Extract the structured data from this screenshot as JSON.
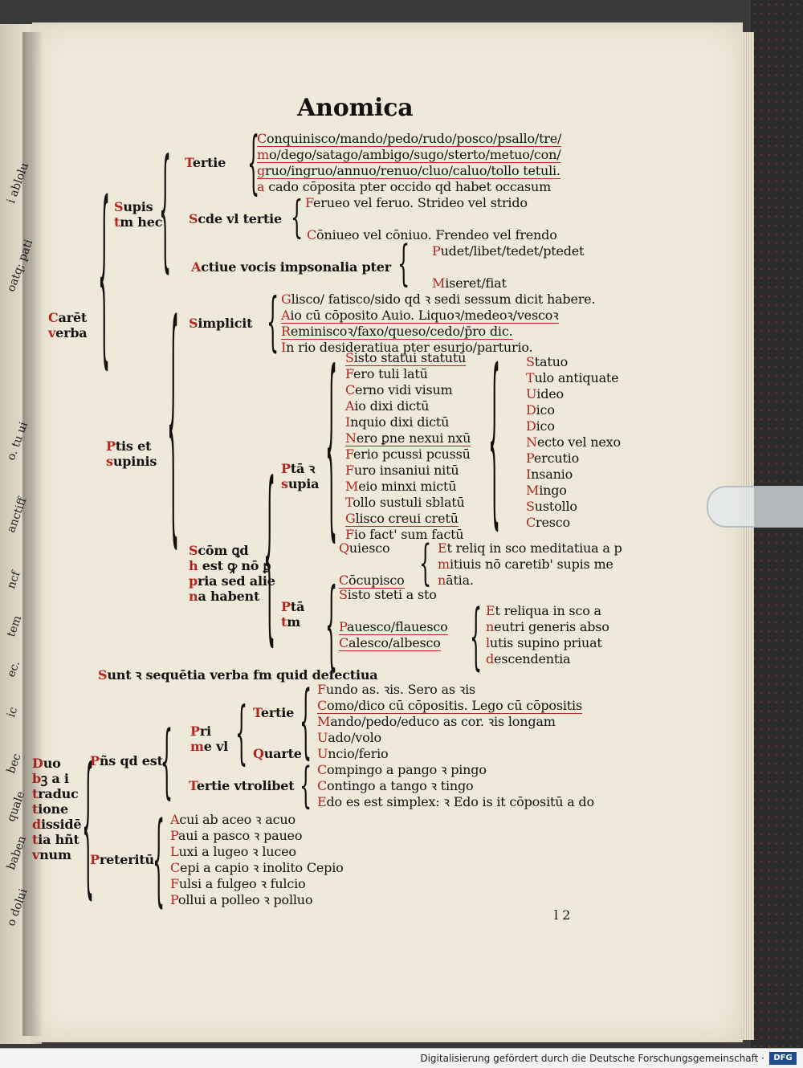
{
  "page": {
    "title": "Anomica",
    "folio": "l 2",
    "left_page_fragments": [
      "i ablolu",
      "oatq; pati",
      "o. tu ui",
      "anctiff",
      "ncf ",
      "tem",
      "ec.",
      "ic",
      "bec",
      "quale",
      "baben",
      "o dolui"
    ]
  },
  "tree": [
    {
      "key": "l01",
      "text": "Conquinisco/mando/pedo/rudo/posco/psallo/tre/"
    },
    {
      "key": "l02",
      "text": "mo/dego/satago/ambigo/sugo/sterto/metuo/con/"
    },
    {
      "key": "l03",
      "text": "gruo/ingruo/annuo/renuo/cluo/caluo/tollo tetuli."
    },
    {
      "key": "l04",
      "text": "a cado cōposita pter occido qd habet occasum"
    },
    {
      "key": "l05",
      "text": "Ferueo vel feruo. Strideo vel strido"
    },
    {
      "key": "l06",
      "text": "Cōniueo vel cōniuo. Frendeo vel frendo"
    },
    {
      "key": "l07",
      "text": "Pudet/libet/tedet/ptedet"
    },
    {
      "key": "l08",
      "text": "Actiue vocis impsonalia pter"
    },
    {
      "key": "l09",
      "text": "Miseret/fiat"
    },
    {
      "key": "l10",
      "text": "Glisco/ fatisco/sido qd ꝛ sedi sessum dicit habere."
    },
    {
      "key": "l11",
      "text": "Aio cū cōposito Auio. Liquoꝛ/medeoꝛ/vescoꝛ"
    },
    {
      "key": "l12",
      "text": "Reminiscoꝛ/faxo/queso/cedo/p̄ro dic."
    },
    {
      "key": "l13",
      "text": "In rio desideratiua pter esurio/parturio."
    },
    {
      "key": "l14",
      "text": "Sisto statui statutū"
    },
    {
      "key": "l15",
      "text": "Fero tuli latū"
    },
    {
      "key": "l16",
      "text": "Cerno vidi visum"
    },
    {
      "key": "l17",
      "text": "Aio dixi dictū"
    },
    {
      "key": "l18",
      "text": "Inquio dixi dictū"
    },
    {
      "key": "l19",
      "text": "Nero ꝑne nexui nxū"
    },
    {
      "key": "l20",
      "text": "Ferio pcussi pcussū"
    },
    {
      "key": "l21",
      "text": "Furo insaniui nitū"
    },
    {
      "key": "l22",
      "text": "Meio minxi mictū"
    },
    {
      "key": "l23",
      "text": "Tollo sustuli sblatū"
    },
    {
      "key": "l24",
      "text": "Glisco creui cretū"
    },
    {
      "key": "l25",
      "text": "Fio fact' sum factū"
    },
    {
      "key": "l26",
      "text": "Statuo"
    },
    {
      "key": "l27",
      "text": "Tulo antiquate"
    },
    {
      "key": "l28",
      "text": "Uideo"
    },
    {
      "key": "l29",
      "text": "Dico"
    },
    {
      "key": "l30",
      "text": "Dico"
    },
    {
      "key": "l31",
      "text": "Necto vel nexo"
    },
    {
      "key": "l32",
      "text": "Percutio"
    },
    {
      "key": "l33",
      "text": "Insanio"
    },
    {
      "key": "l34",
      "text": "Mingo"
    },
    {
      "key": "l35",
      "text": "Sustollo"
    },
    {
      "key": "l36",
      "text": "Cresco"
    },
    {
      "key": "l37",
      "text": "Quiesco"
    },
    {
      "key": "l38",
      "text": "Et reliq in sco meditatiua a p"
    },
    {
      "key": "l39",
      "text": "mitiuis nō caretib' supis me"
    },
    {
      "key": "l40",
      "text": "Cōcupisco"
    },
    {
      "key": "l41",
      "text": "nātia."
    },
    {
      "key": "l42",
      "text": "Sisto steti a sto"
    },
    {
      "key": "l43",
      "text": "Et reliqua in sco a"
    },
    {
      "key": "l44",
      "text": "Pauesco/flauesco"
    },
    {
      "key": "l45",
      "text": "neutri generis abso"
    },
    {
      "key": "l46",
      "text": "Calesco/albesco"
    },
    {
      "key": "l47",
      "text": "lutis supino priuat"
    },
    {
      "key": "l48",
      "text": "descendentia"
    },
    {
      "key": "l49",
      "text": "Sunt ꝛ sequētia verba fm quid defectiua"
    },
    {
      "key": "l50",
      "text": "Fundo as. ꝛis. Sero as ꝛis"
    },
    {
      "key": "l51",
      "text": "Como/dico cū cōpositis. Lego cū cōpositis"
    },
    {
      "key": "l52",
      "text": "Mando/pedo/educo as cor. ꝛis longam"
    },
    {
      "key": "l53",
      "text": "Uado/volo"
    },
    {
      "key": "l54",
      "text": "Uncio/ferio"
    },
    {
      "key": "l55",
      "text": "Compingo a pango ꝛ pingo"
    },
    {
      "key": "l56",
      "text": "Contingo a tango ꝛ tingo"
    },
    {
      "key": "l57",
      "text": "Edo es est simplex: ꝛ Edo is it cōpositū a do"
    },
    {
      "key": "l58",
      "text": "Acui ab aceo ꝛ acuo"
    },
    {
      "key": "l59",
      "text": "Paui a pasco ꝛ paueo"
    },
    {
      "key": "l60",
      "text": "Luxi a lugeo ꝛ luceo"
    },
    {
      "key": "l61",
      "text": "Cepi a capio ꝛ inolito Cepio"
    },
    {
      "key": "l62",
      "text": "Fulsi a fulgeo ꝛ fulcio"
    },
    {
      "key": "l63",
      "text": "Pollui a polleo ꝛ polluo"
    }
  ],
  "labels": {
    "carent": [
      "Carēt",
      "verba"
    ],
    "supinis": [
      "Supis",
      "tm hec"
    ],
    "tertie": "Tertie",
    "scde": "Scde vl tertie",
    "ptis": [
      "Ptis et",
      "supinis"
    ],
    "simplicit": "Simplicit",
    "scom": [
      "Scōm ꝗd",
      "h est ꝙ nō ꝑ",
      "pria sed alie",
      "na habent"
    ],
    "pta_supia": [
      "Ptā ꝛ",
      "supia"
    ],
    "pta_tm": [
      "Ptā",
      "tm"
    ],
    "duo": [
      "Duo",
      "bꝫ a i",
      "traduc",
      "tione",
      "dissidē",
      "tia hñt",
      "vnum"
    ],
    "psis": "Pñs qd est",
    "prime": [
      "Pri",
      "me vl"
    ],
    "tertie2": "Tertie",
    "quarte": "Quarte",
    "tertie_vtrolibet": "Tertie vtrolibet",
    "preteritu": "Preteritū"
  },
  "footer": {
    "credit": "Digitalisierung gefördert durch die Deutsche Forschungsgemeinschaft ·",
    "logo": "DFG"
  }
}
